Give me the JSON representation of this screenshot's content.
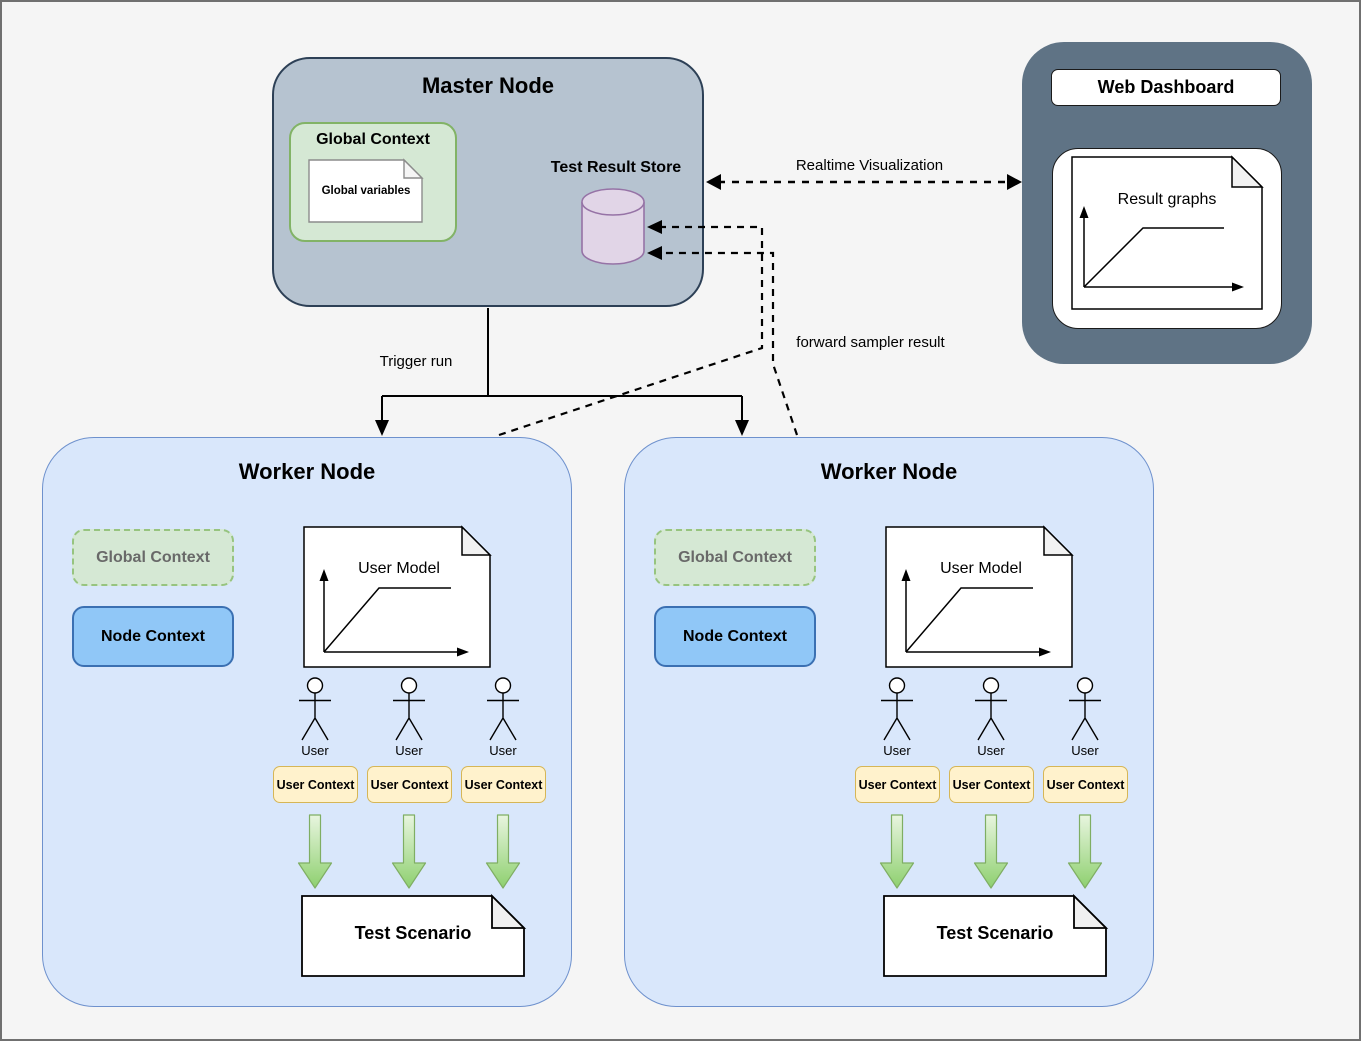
{
  "master": {
    "title": "Master Node",
    "global_context": {
      "title": "Global Context",
      "document_label": "Global variables"
    },
    "store_label": "Test Result Store"
  },
  "dashboard": {
    "title": "Web Dashboard",
    "document_label": "Result graphs"
  },
  "edges": {
    "realtime": "Realtime Visualization",
    "trigger": "Trigger run",
    "forward": "forward sampler result"
  },
  "workers": [
    {
      "title": "Worker Node",
      "global_context_label": "Global Context",
      "node_context_label": "Node Context",
      "user_model_label": "User Model",
      "users": [
        "User",
        "User",
        "User"
      ],
      "user_contexts": [
        "User Context",
        "User Context",
        "User Context"
      ],
      "test_scenario_label": "Test Scenario"
    },
    {
      "title": "Worker Node",
      "global_context_label": "Global Context",
      "node_context_label": "Node Context",
      "user_model_label": "User Model",
      "users": [
        "User",
        "User",
        "User"
      ],
      "user_contexts": [
        "User Context",
        "User Context",
        "User Context"
      ],
      "test_scenario_label": "Test Scenario"
    }
  ],
  "icons": {
    "store": "database-icon",
    "user": "user-icon",
    "documents": "document-icon",
    "charts": "line-chart-icon",
    "flow": "down-arrow-icon"
  },
  "colors": {
    "background": "#f5f5f5",
    "master_fill": "#b6c3d0",
    "master_border": "#2d4056",
    "dashboard_fill": "#5f7385",
    "worker_fill": "#d9e7fb",
    "worker_border": "#6e91cd",
    "context_green_fill": "#d5e8d4",
    "context_green_border": "#82b366",
    "node_context_fill": "#90c7f7",
    "node_context_border": "#3b70b2",
    "user_context_fill": "#fff2cc",
    "user_context_border": "#d6b656",
    "store_fill": "#e1d5e7",
    "store_border": "#9673a6",
    "arrow_green_top": "#e8f5df",
    "arrow_green_bottom": "#8ed06f",
    "connector": "#000000"
  }
}
